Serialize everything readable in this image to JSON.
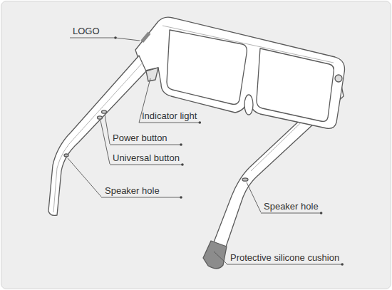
{
  "diagram": {
    "labels": [
      "LOGO",
      "Indicator light",
      "Power button",
      "Universal button",
      "Speaker hole",
      "Speaker hole",
      "Protective silicone cushion"
    ]
  }
}
